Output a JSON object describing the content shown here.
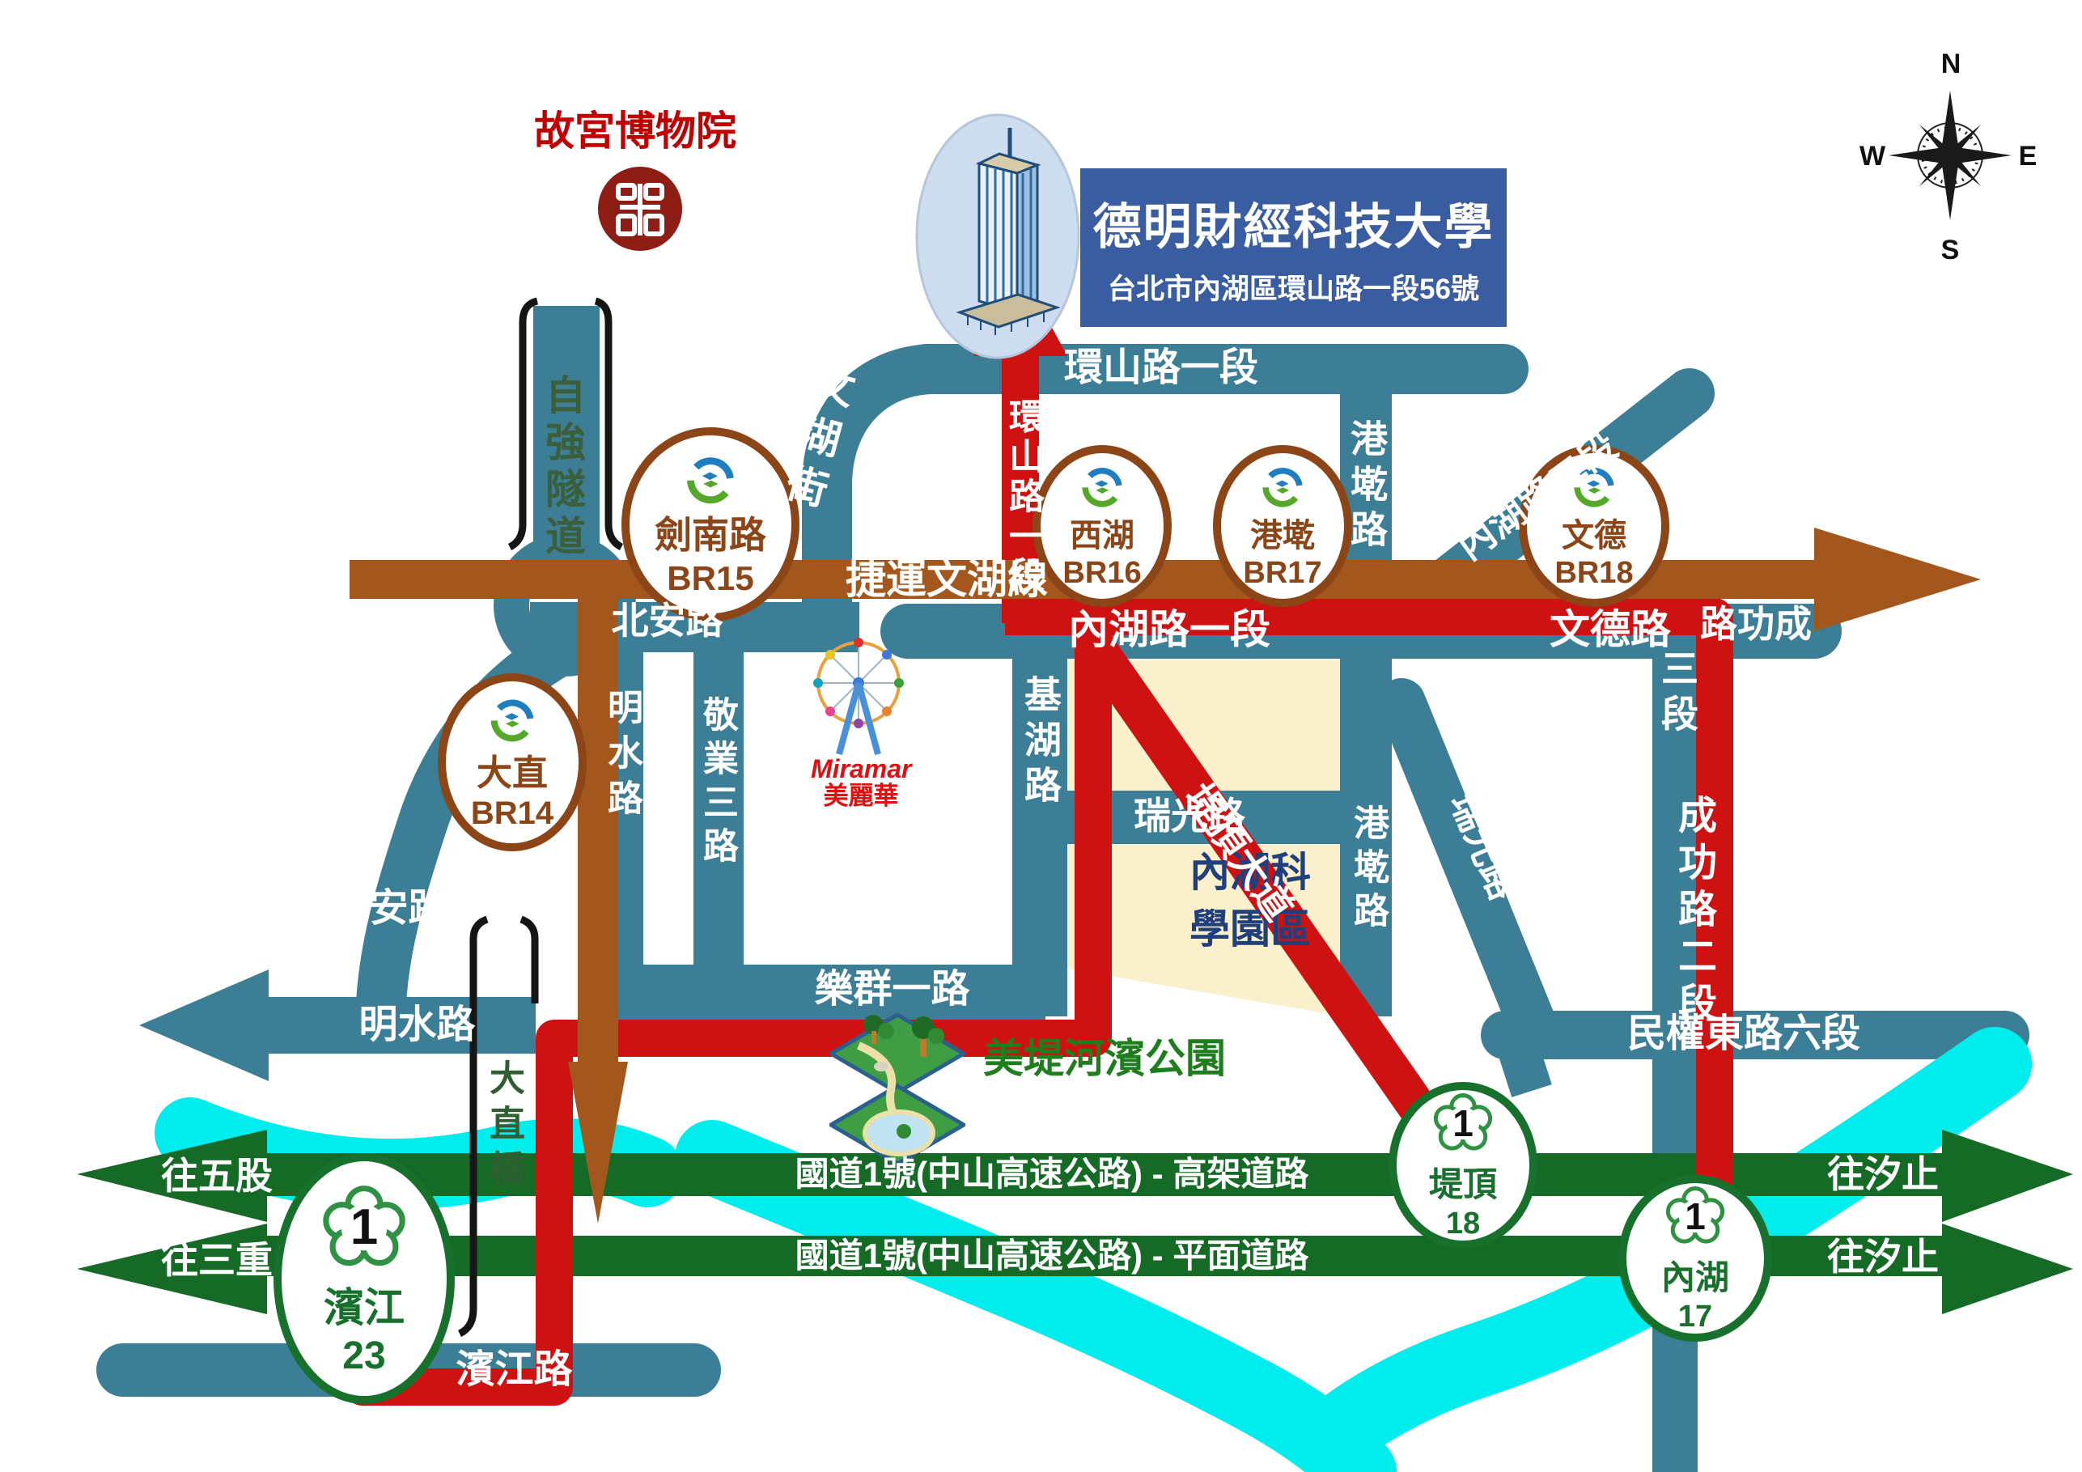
{
  "colors": {
    "road_teal": "#3D7E97",
    "mrt_brown": "#A3571D",
    "route_red": "#CE1212",
    "highway_green": "#156B26",
    "river_cyan": "#00EDED",
    "science_park_beige": "#FAF0CB",
    "banner_blue": "#3A5CA0",
    "station_brown": "#8C4516",
    "exit_green": "#17702C",
    "palace_red": "#C00000",
    "park_green": "#1E7E1E",
    "science_text_blue": "#1F3F7D",
    "tunnel_text_green": "#3B5E3B"
  },
  "landmarks": {
    "palace_museum": {
      "name": "故宮博物院"
    },
    "university": {
      "name": "德明財經科技大學",
      "address": "台北市內湖區環山路一段56號"
    },
    "miramar": {
      "brand": "Miramar",
      "name": "美麗華"
    },
    "park": {
      "name": "美堤河濱公園"
    },
    "science_park": {
      "line1": "內湖科",
      "line2": "學園區"
    }
  },
  "compass": {
    "n": "N",
    "e": "E",
    "s": "S",
    "w": "W"
  },
  "mrt": {
    "line_label": "捷運文湖線",
    "stations": [
      {
        "name": "大直",
        "code": "BR14"
      },
      {
        "name": "劍南路",
        "code": "BR15"
      },
      {
        "name": "西湖",
        "code": "BR16"
      },
      {
        "name": "港墘",
        "code": "BR17"
      },
      {
        "name": "文德",
        "code": "BR18"
      }
    ]
  },
  "highway": {
    "route_number": "1",
    "elevated_label": "國道1號(中山高速公路) - 高架道路",
    "surface_label": "國道1號(中山高速公路) - 平面道路",
    "dir_wugu": "往五股",
    "dir_sanchong": "往三重",
    "dir_xizhi": "往汐止",
    "exits": [
      {
        "name": "濱江",
        "number": "23"
      },
      {
        "name": "堤頂",
        "number": "18"
      },
      {
        "name": "內湖",
        "number": "17"
      }
    ]
  },
  "roads": {
    "huanshan_sec1": "環山路一段",
    "wenhu_street": "文湖街",
    "beian": "北安路",
    "neihu_sec1": "內湖路一段",
    "neihu_sec2": "內湖路二段",
    "wende": "文德路",
    "chenggong_sec3_h": "路功成",
    "chenggong_sec3_v": "三段",
    "chenggong_sec2": "成功路二段",
    "gangqian": "港墘路",
    "ruiguang": "瑞光路",
    "jihu": "基湖路",
    "tiding_blvd": "堤頂大道",
    "lequn_sec1": "樂群一路",
    "mingshui": "明水路",
    "jingye_sec3": "敬業三路",
    "minquan_e_sec6": "民權東路六段",
    "binjiang_rd": "濱江路",
    "dazhi_bridge": "大直橋",
    "ziqiang_tunnel": "自強隧道"
  }
}
